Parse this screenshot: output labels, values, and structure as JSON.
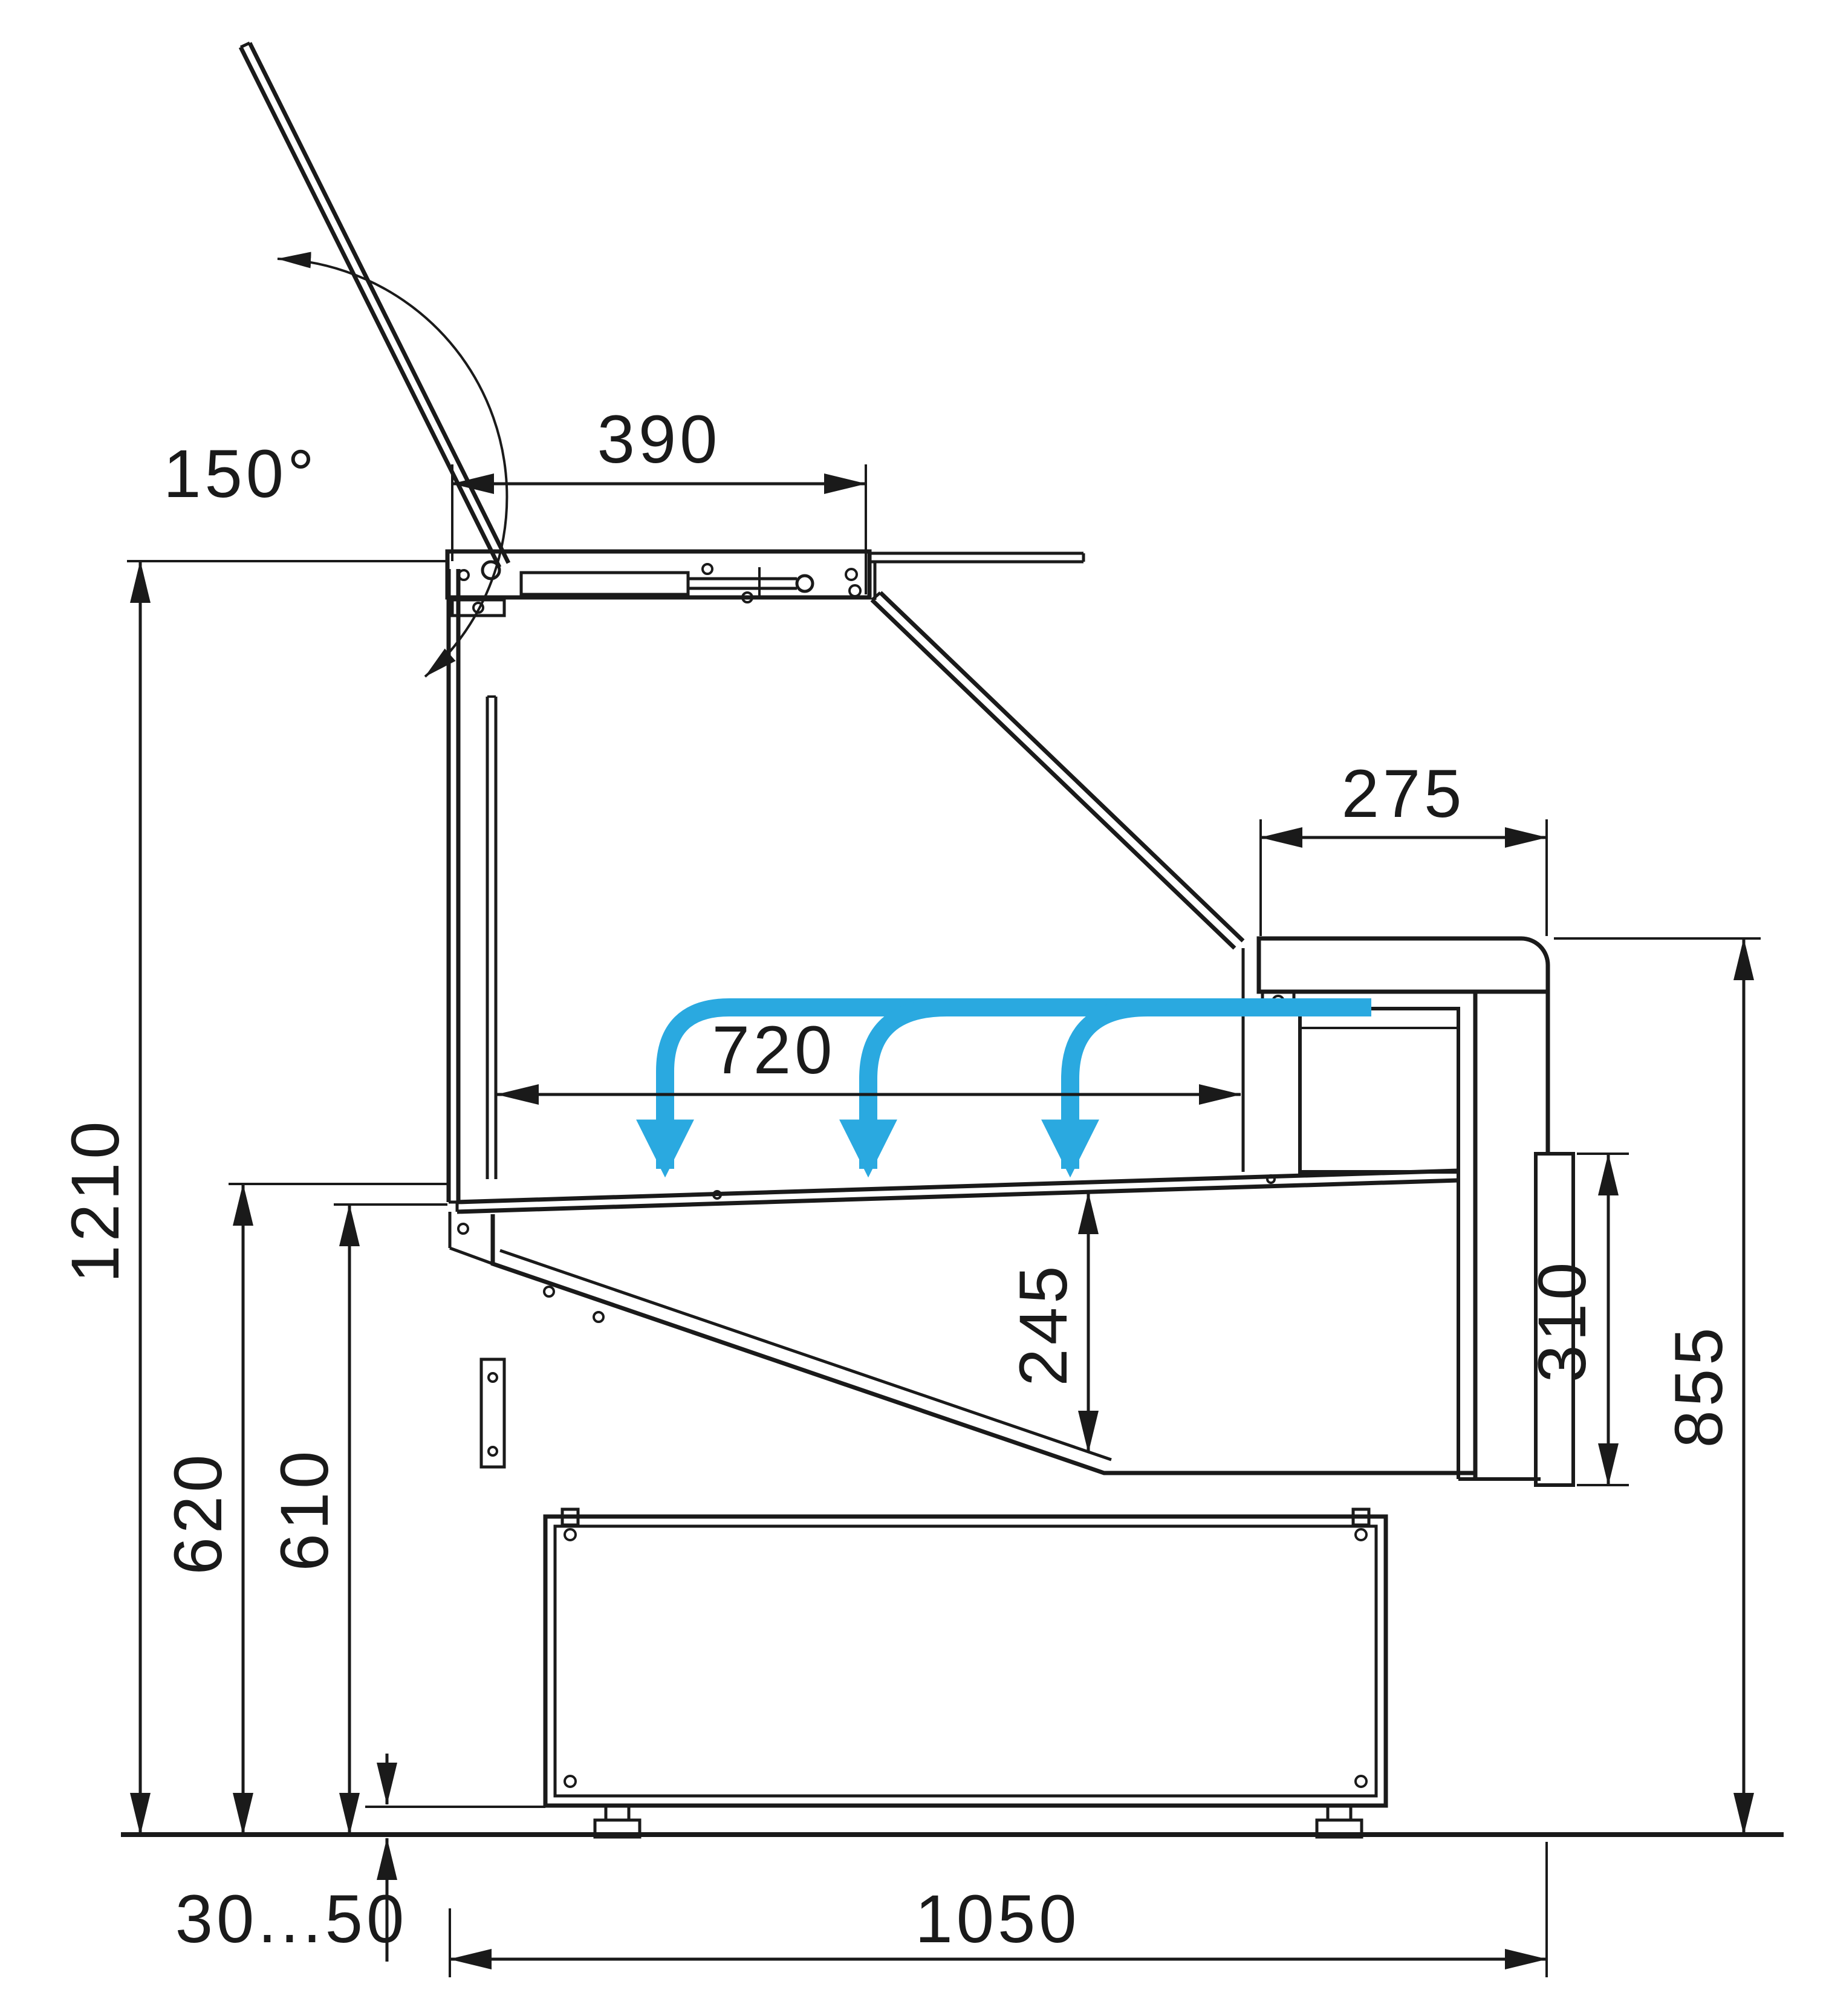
{
  "drawing": {
    "ink_color": "#1a1a1a",
    "airflow_color": "#2aa9e0"
  },
  "dimensions": {
    "lid_open_angle": "150°",
    "lid_depth": "390",
    "rear_worktop_depth": "275",
    "display_depth": "720",
    "overall_height": "1210",
    "front_height_outer": "620",
    "front_height_inner": "610",
    "well_height": "245",
    "rear_panel_height": "310",
    "rear_worktop_height": "855",
    "foot_adjustment": "30...50",
    "base_length": "1050"
  }
}
